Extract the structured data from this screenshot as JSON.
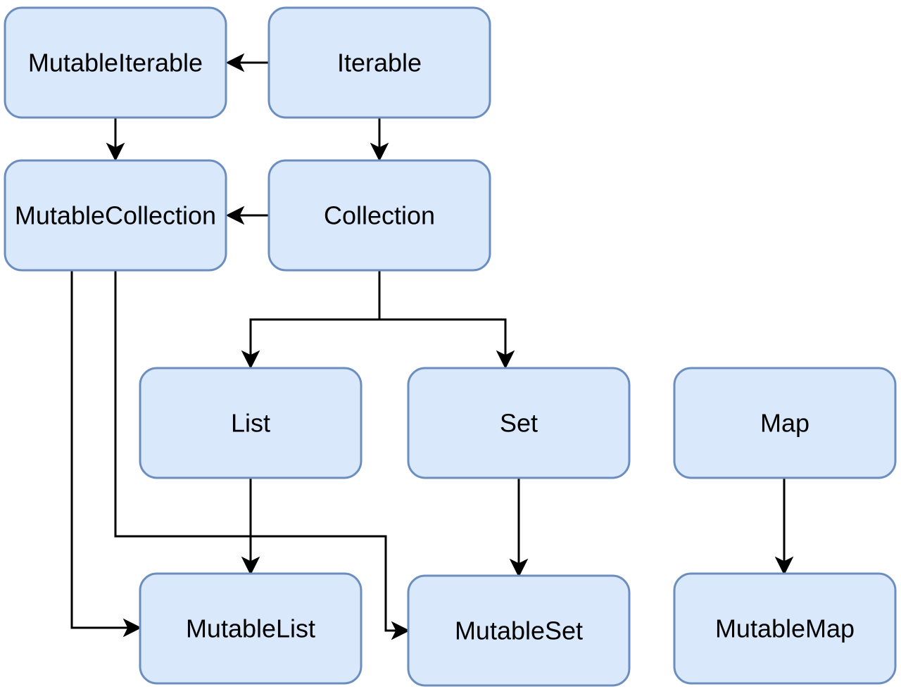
{
  "nodes": {
    "mutable_iterable": "MutableIterable",
    "iterable": "Iterable",
    "mutable_collection": "MutableCollection",
    "collection": "Collection",
    "list": "List",
    "set": "Set",
    "map": "Map",
    "mutable_list": "MutableList",
    "mutable_set": "MutableSet",
    "mutable_map": "MutableMap"
  },
  "colors": {
    "node_fill": "#dae8fc",
    "node_stroke": "#6c8ebf",
    "edge": "#000000"
  }
}
